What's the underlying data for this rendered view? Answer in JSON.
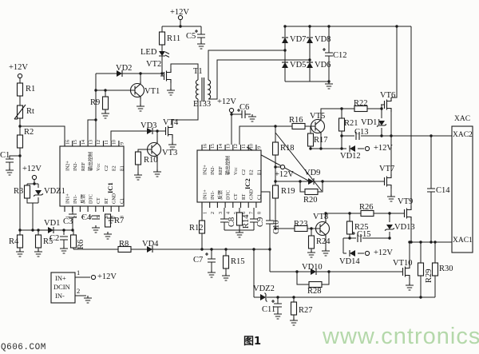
{
  "figure": {
    "caption": "图1"
  },
  "watermarks": {
    "left": "Q606.COM",
    "right": "www.cntronics.com"
  },
  "power": {
    "v12": "+12V"
  },
  "connectors": {
    "dcin": {
      "name": "DCIN",
      "in_plus": "IN+",
      "in_minus": "IN-",
      "pin1": "1",
      "pin2": "2"
    },
    "xac": {
      "name": "XAC",
      "xac1": "XAC1",
      "xac2": "XAC2"
    }
  },
  "transformer": {
    "name": "T1",
    "core": "E133"
  },
  "ics": {
    "ic1": "IC1",
    "ic2": "IC2",
    "top_pin_numbers": [
      "16",
      "15",
      "14",
      "13",
      "12",
      "11",
      "10",
      "9"
    ],
    "top_pin_labels": [
      "IN2+",
      "IN2-",
      "REF",
      "输出控制",
      "Vcc",
      "C2",
      "E2",
      "E1"
    ],
    "bottom_pin_numbers": [
      "1",
      "2",
      "3",
      "4",
      "5",
      "6",
      "7",
      "8"
    ],
    "bottom_pin_labels": [
      "IN1+",
      "IN1-",
      "反馈",
      "DTC",
      "CT",
      "RT",
      "GND",
      "C1"
    ]
  },
  "resistors": {
    "r1": "R1",
    "r2": "R2",
    "r3": "R3",
    "r4": "R4",
    "r5": "R5",
    "r6": "R6",
    "r7": "R7",
    "r8": "R8",
    "r9": "R9",
    "r10": "R10",
    "r11": "R11",
    "r12": "R12",
    "r14": "R14",
    "r15": "R15",
    "r16": "R16",
    "r17": "R17",
    "r18": "R18",
    "r19": "R19",
    "r20": "R20",
    "r21": "R21",
    "r22": "R22",
    "r23": "R23",
    "r24": "R24",
    "r25": "R25",
    "r26": "R26",
    "r27": "R27",
    "r28": "R28",
    "r29": "R29",
    "r30": "R30",
    "rt": "Rt"
  },
  "capacitors": {
    "c1": "C1",
    "c2": "C2",
    "c3": "C3",
    "c4": "C4",
    "c5": "C5",
    "c6": "C6",
    "c7": "C7",
    "c8": "C8",
    "c9": "C9",
    "c10": "C10",
    "c11": "C11",
    "c12": "C12",
    "c13": "C13",
    "c14": "C14",
    "c15": "C15"
  },
  "diodes": {
    "vd1": "VD1",
    "vd2": "VD2",
    "vd3": "VD3",
    "vd4": "VD4",
    "vd5": "VD5",
    "vd6": "VD6",
    "vd7": "VD7",
    "vd8": "VD8",
    "vd9": "VD9",
    "vd10": "VD10",
    "vd11": "VD11",
    "vd12": "VD12",
    "vd13": "VD13",
    "vd14": "VD14",
    "vdz1": "VDZ1",
    "vdz2": "VDZ2",
    "led": "LED"
  },
  "transistors": {
    "vt1": "VT1",
    "vt2": "VT2",
    "vt3": "VT3",
    "vt4": "VT4",
    "vt5": "VT5",
    "vt6": "VT6",
    "vt7": "VT7",
    "vt8": "VT8",
    "vt9": "VT9",
    "vt10": "VT10"
  }
}
